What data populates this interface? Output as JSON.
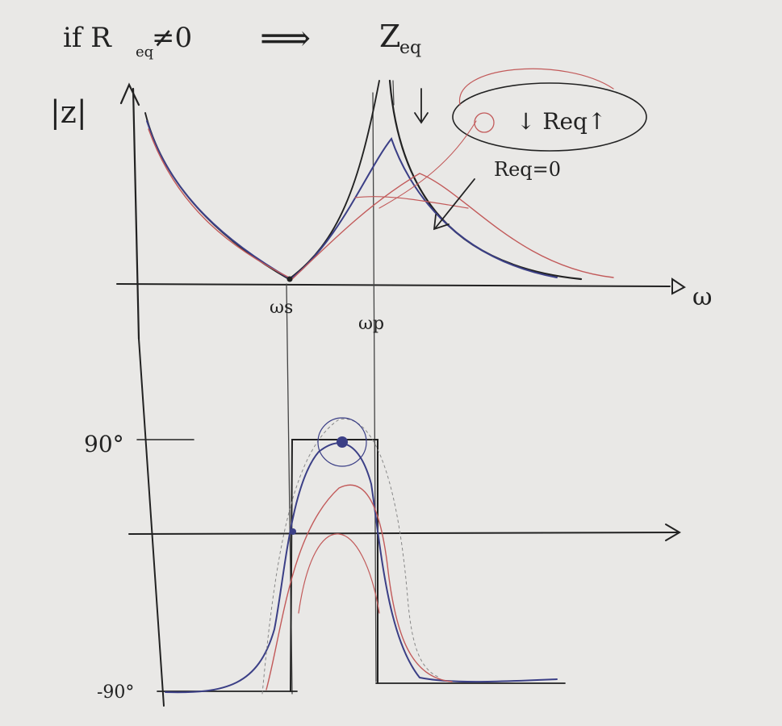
{
  "header": {
    "condition": "if R",
    "condition_sub": "eq",
    "condition_rest": "≠0",
    "implies": "⟹",
    "result": "Z",
    "result_sub": "eq"
  },
  "top_plot": {
    "y_label": "|z|",
    "x_label": "ω",
    "tick_ws": "ωs",
    "tick_wp": "ωp"
  },
  "bottom_plot": {
    "tick_90": "90°",
    "tick_m90": "-90°"
  },
  "annotations": {
    "req_increase": "↓ Req↑",
    "req_zero": "Req=0",
    "down_arrow": "↓"
  },
  "colors": {
    "black": "#222222",
    "blue": "#3b3f86",
    "red": "#c25a5a",
    "paper": "#e9e8e6"
  }
}
